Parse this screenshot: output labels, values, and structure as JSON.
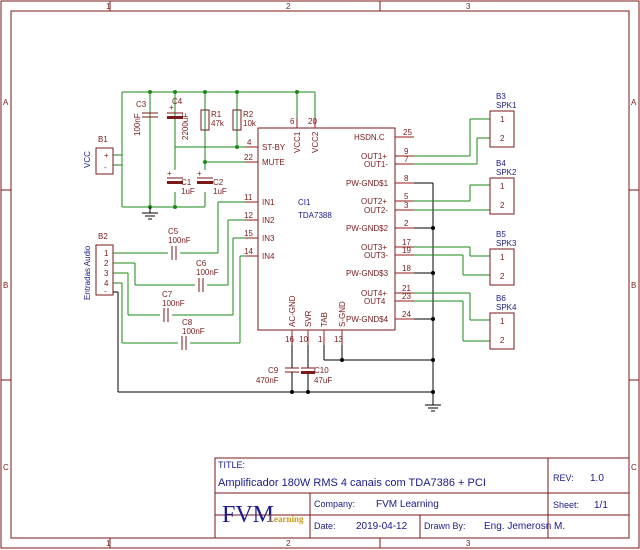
{
  "border": {
    "cols": [
      "1",
      "2",
      "3"
    ],
    "rows": [
      "A",
      "B",
      "C"
    ]
  },
  "components": {
    "b1": {
      "ref": "B1",
      "net": "VCC",
      "plus": "+",
      "minus": "-"
    },
    "b2": {
      "ref": "B2",
      "net": "Entradas Audio",
      "pins": [
        "1",
        "2",
        "3",
        "4",
        "-"
      ]
    },
    "c1": {
      "ref": "C1",
      "value": "1uF"
    },
    "c2": {
      "ref": "C2",
      "value": "1uF"
    },
    "c3": {
      "ref": "C3",
      "value": "100nF"
    },
    "c4": {
      "ref": "C4",
      "value": "2200uF"
    },
    "c5": {
      "ref": "C5",
      "value": "100nF"
    },
    "c6": {
      "ref": "C6",
      "value": "100nF"
    },
    "c7": {
      "ref": "C7",
      "value": "100nF"
    },
    "c8": {
      "ref": "C8",
      "value": "100nF"
    },
    "c9": {
      "ref": "C9",
      "value": "470nF"
    },
    "c10": {
      "ref": "C10",
      "value": "47uF"
    },
    "r1": {
      "ref": "R1",
      "value": "47k"
    },
    "r2": {
      "ref": "R2",
      "value": "10k"
    },
    "spk1": {
      "ref": "B3",
      "name": "SPK1"
    },
    "spk2": {
      "ref": "B4",
      "name": "SPK2"
    },
    "spk3": {
      "ref": "B5",
      "name": "SPK3"
    },
    "spk4": {
      "ref": "B6",
      "name": "SPK4"
    },
    "spk_pins": [
      "1",
      "2"
    ]
  },
  "ic": {
    "ref": "CI1",
    "part": "TDA7388",
    "left_pins": [
      {
        "num": "4",
        "name": "ST-BY"
      },
      {
        "num": "22",
        "name": "MUTE"
      },
      {
        "num": "11",
        "name": "IN1"
      },
      {
        "num": "12",
        "name": "IN2"
      },
      {
        "num": "15",
        "name": "IN3"
      },
      {
        "num": "14",
        "name": "IN4"
      }
    ],
    "top_pins": [
      {
        "num": "6",
        "name": "VCC1"
      },
      {
        "num": "20",
        "name": "VCC2"
      }
    ],
    "right_pins": [
      {
        "num": "25",
        "name": "HSDN.C"
      },
      {
        "num": "9",
        "name": "OUT1+"
      },
      {
        "num": "7",
        "name": "OUT1-"
      },
      {
        "num": "8",
        "name": "PW-GND$1"
      },
      {
        "num": "5",
        "name": "OUT2+"
      },
      {
        "num": "3",
        "name": "OUT2-"
      },
      {
        "num": "2",
        "name": "PW-GND$2"
      },
      {
        "num": "17",
        "name": "OUT3+"
      },
      {
        "num": "19",
        "name": "OUT3-"
      },
      {
        "num": "18",
        "name": "PW-GND$3"
      },
      {
        "num": "21",
        "name": "OUT4+"
      },
      {
        "num": "23",
        "name": "OUT4"
      },
      {
        "num": "24",
        "name": "PW-GND$4"
      }
    ],
    "bottom_pins": [
      {
        "num": "16",
        "name": "AC-GND"
      },
      {
        "num": "10",
        "name": "SVR"
      },
      {
        "num": "1",
        "name": "TAB"
      },
      {
        "num": "13",
        "name": "S-GND"
      }
    ]
  },
  "title_block": {
    "title_label": "TITLE:",
    "title": "Amplificador 180W RMS 4 canais com TDA7386 + PCI",
    "rev_label": "REV:",
    "rev": "1.0",
    "company_label": "Company:",
    "company": "FVM Learning",
    "sheet_label": "Sheet:",
    "sheet": "1/1",
    "date_label": "Date:",
    "date": "2019-04-12",
    "drawn_label": "Drawn By:",
    "drawn_by": "Eng. Jemerosn M.",
    "logo_main": "FVM",
    "logo_sub": "Learning"
  },
  "colors": {
    "frame": "#7a1a1a",
    "wire": "#1a8a1a",
    "pin": "#9a1a1a",
    "label_blue": "#1a1a8a",
    "logo_gold": "#c99a1e"
  }
}
